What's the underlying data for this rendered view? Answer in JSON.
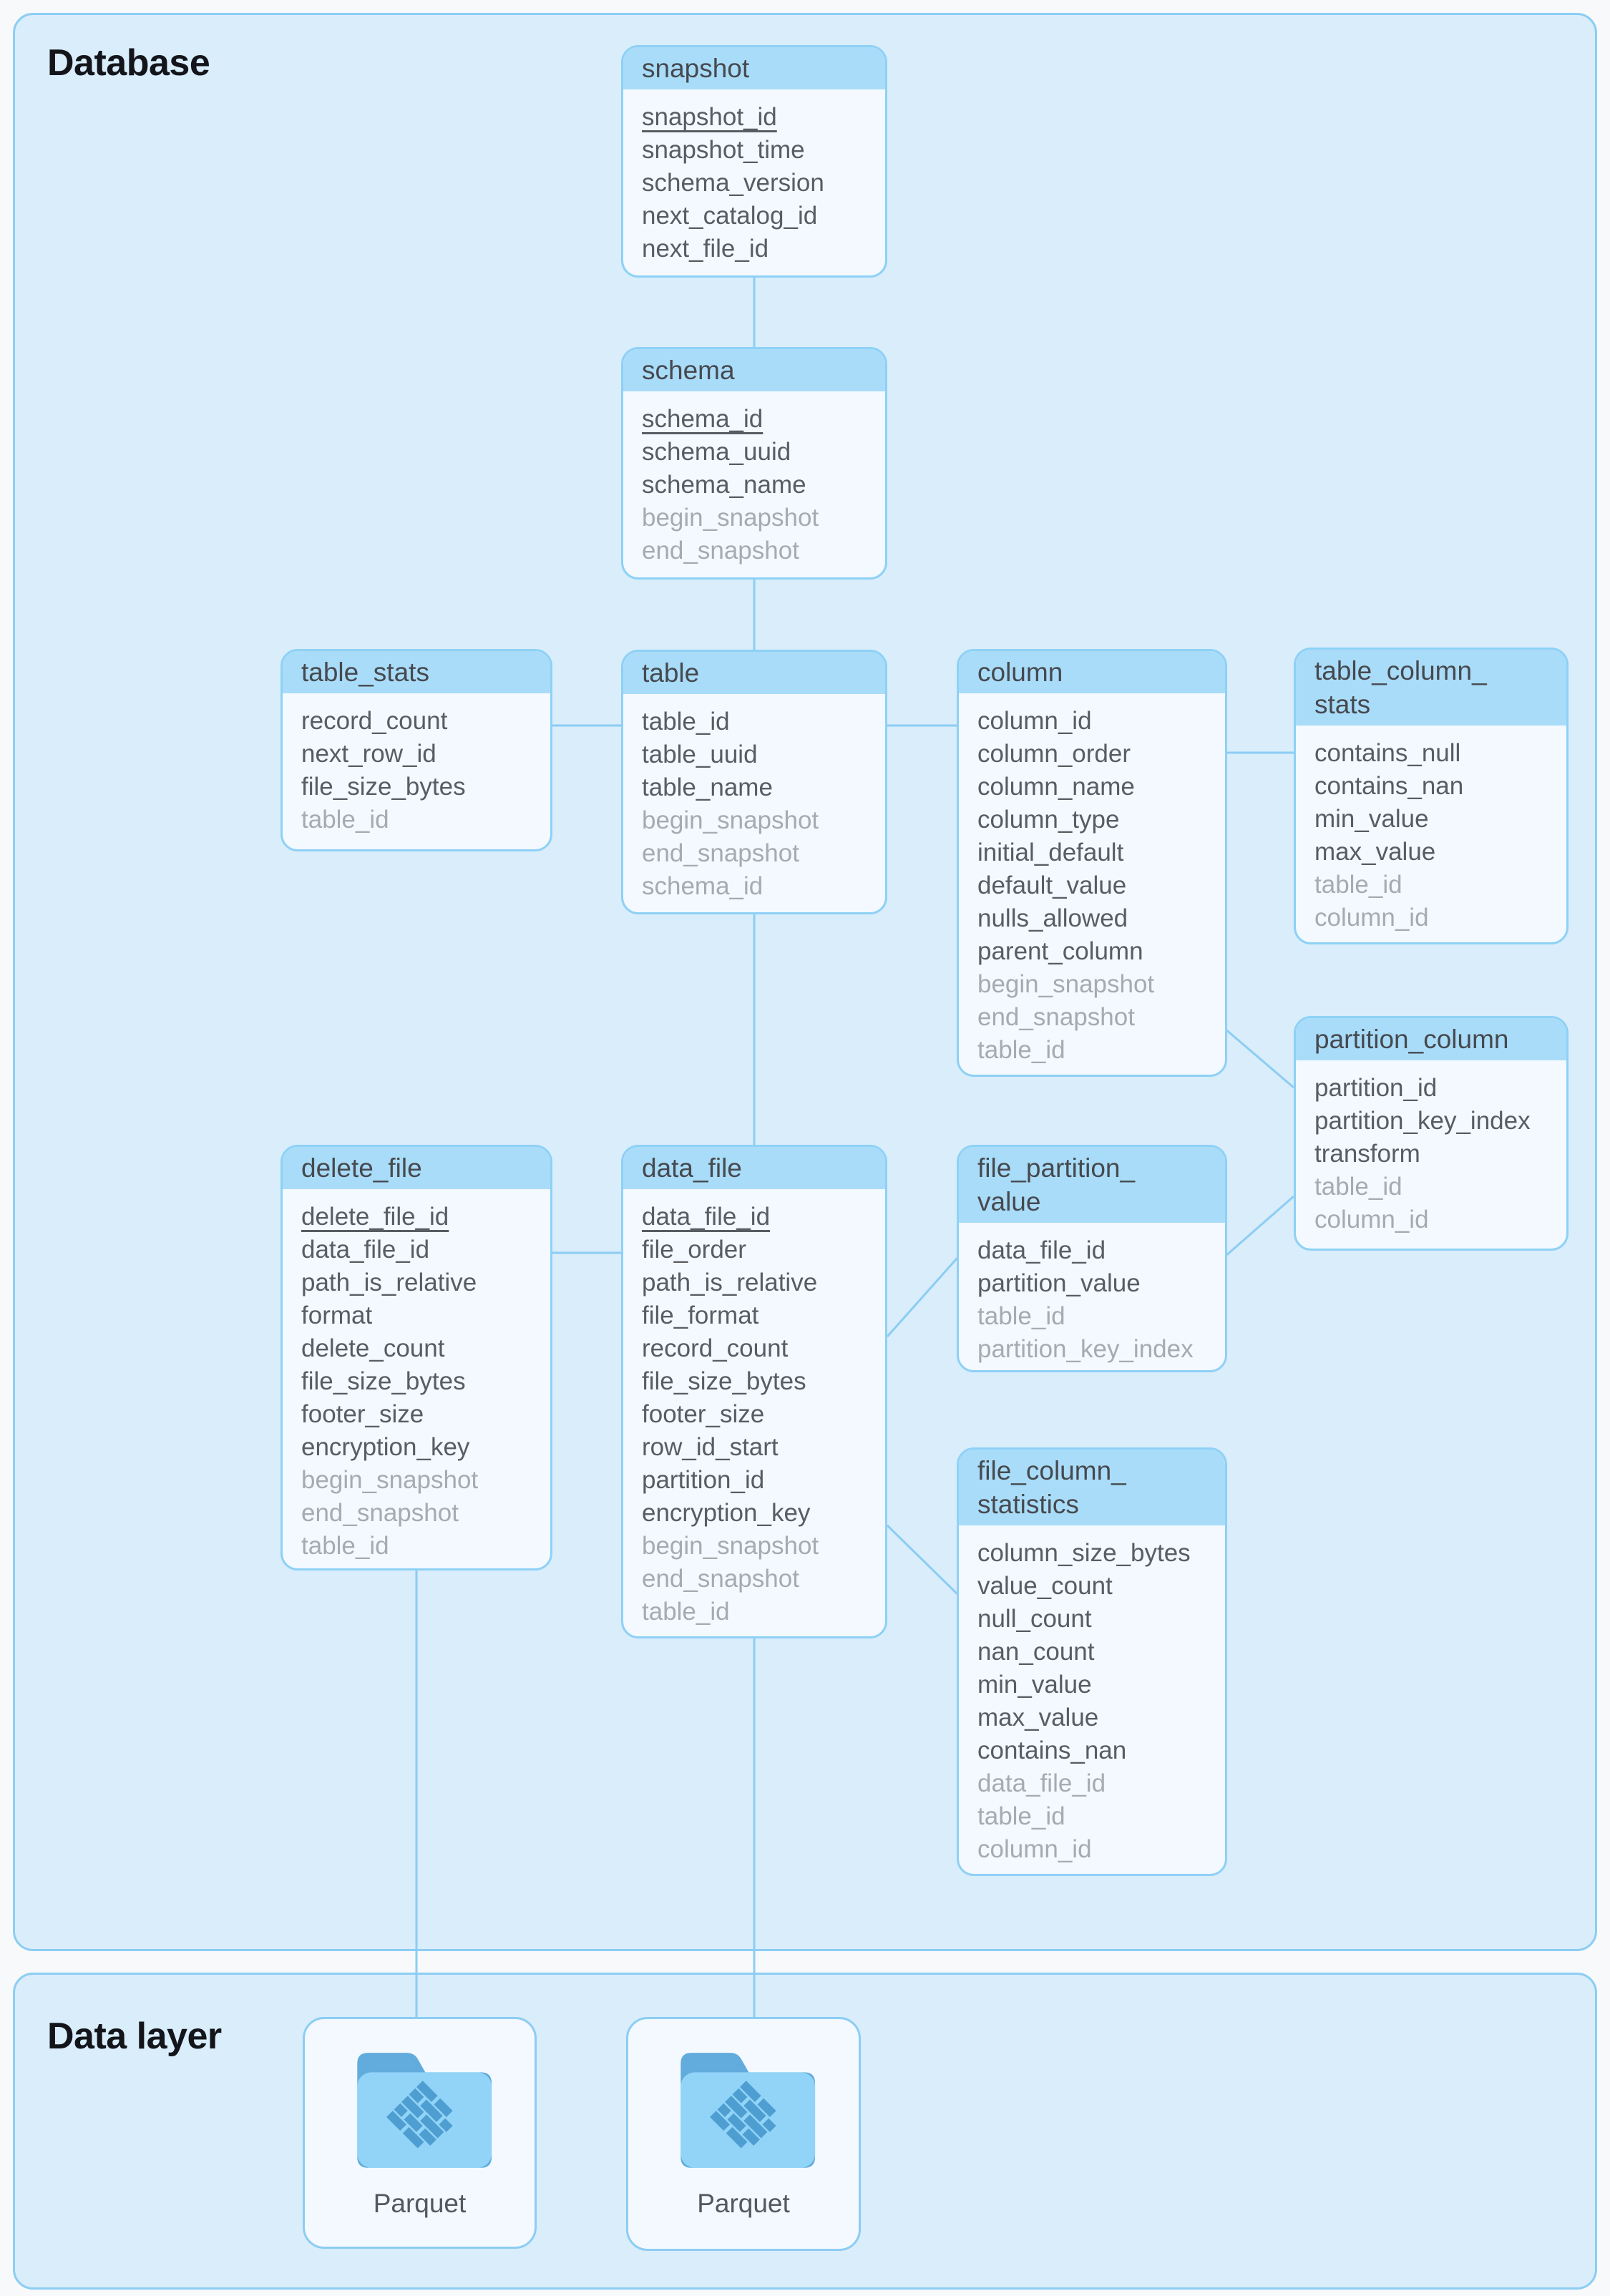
{
  "page": {
    "database_section_title": "Database",
    "data_layer_section_title": "Data layer"
  },
  "entities": [
    {
      "id": "snapshot",
      "title": "snapshot",
      "fields": [
        {
          "label": "snapshot_id",
          "pk": true
        },
        {
          "label": "snapshot_time"
        },
        {
          "label": "schema_version"
        },
        {
          "label": "next_catalog_id"
        },
        {
          "label": "next_file_id"
        }
      ]
    },
    {
      "id": "schema",
      "title": "schema",
      "fields": [
        {
          "label": "schema_id",
          "pk": true
        },
        {
          "label": "schema_uuid"
        },
        {
          "label": "schema_name"
        },
        {
          "label": "begin_snapshot",
          "muted": true
        },
        {
          "label": "end_snapshot",
          "muted": true
        }
      ]
    },
    {
      "id": "table_stats",
      "title": "table_stats",
      "fields": [
        {
          "label": "record_count"
        },
        {
          "label": "next_row_id"
        },
        {
          "label": "file_size_bytes"
        },
        {
          "label": "table_id",
          "muted": true
        }
      ]
    },
    {
      "id": "table",
      "title": "table",
      "fields": [
        {
          "label": "table_id"
        },
        {
          "label": "table_uuid"
        },
        {
          "label": "table_name"
        },
        {
          "label": "begin_snapshot",
          "muted": true
        },
        {
          "label": "end_snapshot",
          "muted": true
        },
        {
          "label": "schema_id",
          "muted": true
        }
      ]
    },
    {
      "id": "column",
      "title": "column",
      "fields": [
        {
          "label": "column_id"
        },
        {
          "label": "column_order"
        },
        {
          "label": "column_name"
        },
        {
          "label": "column_type"
        },
        {
          "label": "initial_default"
        },
        {
          "label": "default_value"
        },
        {
          "label": "nulls_allowed"
        },
        {
          "label": "parent_column"
        },
        {
          "label": "begin_snapshot",
          "muted": true
        },
        {
          "label": "end_snapshot",
          "muted": true
        },
        {
          "label": "table_id",
          "muted": true
        }
      ]
    },
    {
      "id": "table_column_stats",
      "title": "table_column_\nstats",
      "fields": [
        {
          "label": "contains_null"
        },
        {
          "label": "contains_nan"
        },
        {
          "label": "min_value"
        },
        {
          "label": "max_value"
        },
        {
          "label": "table_id",
          "muted": true
        },
        {
          "label": "column_id",
          "muted": true
        }
      ]
    },
    {
      "id": "partition_column",
      "title": "partition_column",
      "fields": [
        {
          "label": "partition_id"
        },
        {
          "label": "partition_key_index"
        },
        {
          "label": "transform"
        },
        {
          "label": "table_id",
          "muted": true
        },
        {
          "label": "column_id",
          "muted": true
        }
      ]
    },
    {
      "id": "delete_file",
      "title": "delete_file",
      "fields": [
        {
          "label": "delete_file_id",
          "pk": true
        },
        {
          "label": "data_file_id"
        },
        {
          "label": "path_is_relative"
        },
        {
          "label": "format"
        },
        {
          "label": "delete_count"
        },
        {
          "label": "file_size_bytes"
        },
        {
          "label": "footer_size"
        },
        {
          "label": "encryption_key"
        },
        {
          "label": "begin_snapshot",
          "muted": true
        },
        {
          "label": "end_snapshot",
          "muted": true
        },
        {
          "label": "table_id",
          "muted": true
        }
      ]
    },
    {
      "id": "data_file",
      "title": "data_file",
      "fields": [
        {
          "label": "data_file_id",
          "pk": true
        },
        {
          "label": "file_order"
        },
        {
          "label": "path_is_relative"
        },
        {
          "label": "file_format"
        },
        {
          "label": "record_count"
        },
        {
          "label": "file_size_bytes"
        },
        {
          "label": "footer_size"
        },
        {
          "label": "row_id_start"
        },
        {
          "label": "partition_id"
        },
        {
          "label": "encryption_key"
        },
        {
          "label": "begin_snapshot",
          "muted": true
        },
        {
          "label": "end_snapshot",
          "muted": true
        },
        {
          "label": "table_id",
          "muted": true
        }
      ]
    },
    {
      "id": "file_partition_value",
      "title": "file_partition_\nvalue",
      "fields": [
        {
          "label": "data_file_id"
        },
        {
          "label": "partition_value"
        },
        {
          "label": "table_id",
          "muted": true
        },
        {
          "label": "partition_key_index",
          "muted": true
        }
      ]
    },
    {
      "id": "file_column_statistics",
      "title": "file_column_\nstatistics",
      "fields": [
        {
          "label": "column_size_bytes"
        },
        {
          "label": "value_count"
        },
        {
          "label": "null_count"
        },
        {
          "label": "nan_count"
        },
        {
          "label": "min_value"
        },
        {
          "label": "max_value"
        },
        {
          "label": "contains_nan"
        },
        {
          "label": "data_file_id",
          "muted": true
        },
        {
          "label": "table_id",
          "muted": true
        },
        {
          "label": "column_id",
          "muted": true
        }
      ]
    }
  ],
  "data_layer_files": [
    {
      "label": "Parquet"
    },
    {
      "label": "Parquet"
    }
  ],
  "relationships": [
    {
      "from": "snapshot",
      "to": "schema"
    },
    {
      "from": "schema",
      "to": "table"
    },
    {
      "from": "table_stats",
      "to": "table"
    },
    {
      "from": "table",
      "to": "column"
    },
    {
      "from": "column",
      "to": "table_column_stats"
    },
    {
      "from": "column",
      "to": "partition_column"
    },
    {
      "from": "table",
      "to": "data_file"
    },
    {
      "from": "delete_file",
      "to": "data_file"
    },
    {
      "from": "data_file",
      "to": "file_partition_value"
    },
    {
      "from": "file_partition_value",
      "to": "partition_column"
    },
    {
      "from": "data_file",
      "to": "file_column_statistics"
    },
    {
      "from": "delete_file",
      "to": "parquet_file_1"
    },
    {
      "from": "data_file",
      "to": "parquet_file_2"
    }
  ],
  "colors": {
    "panel_fill": "#d9edfb",
    "panel_border": "#8ccdf3",
    "connector_line": "#8ccdf3",
    "entity_header_fill": "#a9dcf8",
    "entity_body_fill": "#f3f9fe",
    "entity_border": "#8ed1f6",
    "text_dark": "#595c62",
    "text_muted": "#a7aaaf",
    "section_title": "#13151b",
    "folder_back": "#61acdc",
    "folder_front": "#92d4f8",
    "parquet_logo": "#4e9ed2"
  }
}
